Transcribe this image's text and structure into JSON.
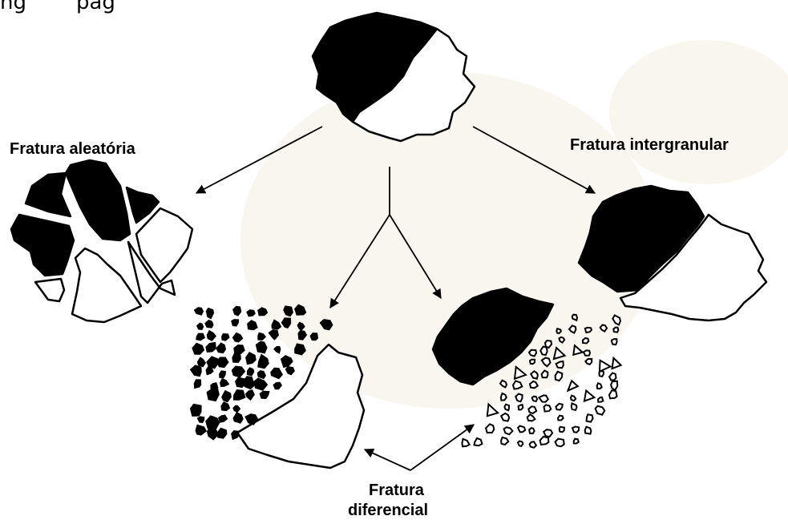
{
  "top_text_fragment": "...ng     pag...",
  "labels": {
    "random": "Fratura aleatória",
    "intergranular": "Fratura intergranular",
    "differential_line1": "Fratura",
    "differential_line2": "diferencial"
  },
  "colors": {
    "ink": "#000000",
    "paper": "#ffffff",
    "watermark": "#f3eee0"
  }
}
